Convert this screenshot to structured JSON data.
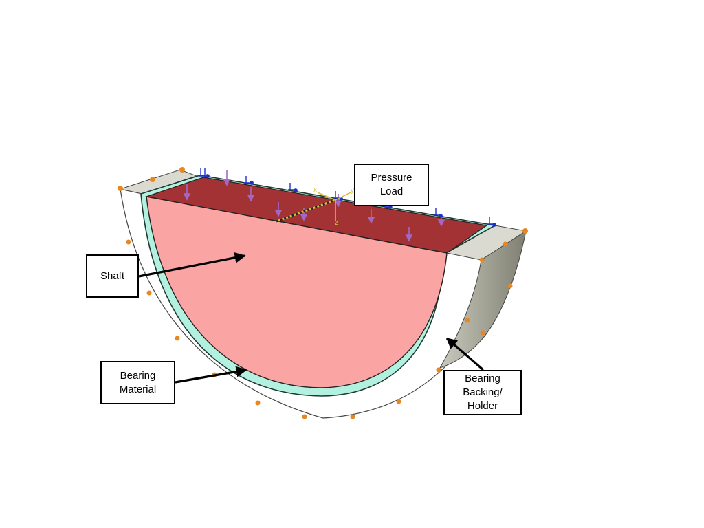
{
  "callouts": {
    "pressure_load": "Pressure\nLoad",
    "shaft": "Shaft",
    "bearing_material": "Bearing\nMaterial",
    "bearing_backing": "Bearing\nBacking/\nHolder"
  },
  "axis_triad": {
    "x": "x",
    "y": "y",
    "z": "z"
  },
  "colors": {
    "shaft_face": "#fba4a4",
    "loaded_surface": "#a23234",
    "bearing_material": "#b2f0df",
    "backing_outer_face": "#8d8d80",
    "backing_top": "#dadad0",
    "load_arrows": "#a368c4",
    "boundary_conditions": "#e8871e",
    "constraints": "#1f2fd0",
    "axis": "#d4c040"
  }
}
